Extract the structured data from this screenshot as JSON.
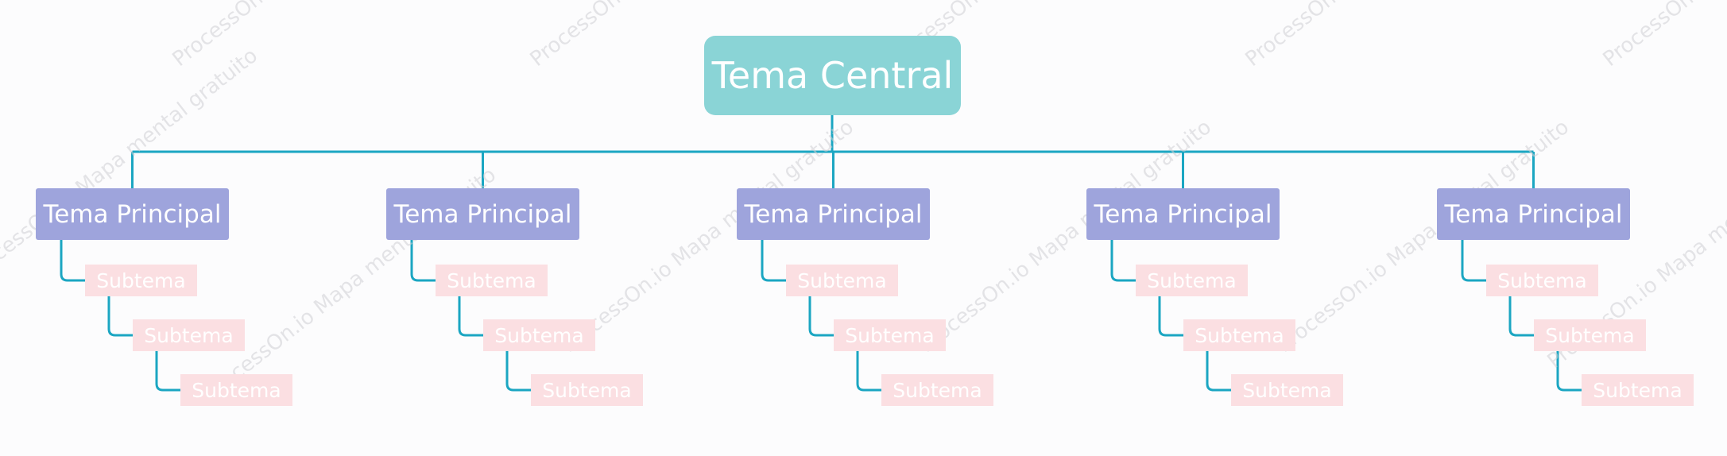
{
  "central_topic": "Tema Central",
  "watermark": "ProcessOn.io Mapa mental gratuito",
  "branches": [
    {
      "label": "Tema Principal",
      "subtopics": [
        "Subtema",
        "Subtema",
        "Subtema"
      ]
    },
    {
      "label": "Tema Principal",
      "subtopics": [
        "Subtema",
        "Subtema",
        "Subtema"
      ]
    },
    {
      "label": "Tema Principal",
      "subtopics": [
        "Subtema",
        "Subtema",
        "Subtema"
      ]
    },
    {
      "label": "Tema Principal",
      "subtopics": [
        "Subtema",
        "Subtema",
        "Subtema"
      ]
    },
    {
      "label": "Tema Principal",
      "subtopics": [
        "Subtema",
        "Subtema",
        "Subtema"
      ]
    }
  ],
  "colors": {
    "central": "#8ad4d6",
    "main_topic": "#9ea4dc",
    "subtopic": "#fbdfe2",
    "connector": "#1ba6c2"
  }
}
